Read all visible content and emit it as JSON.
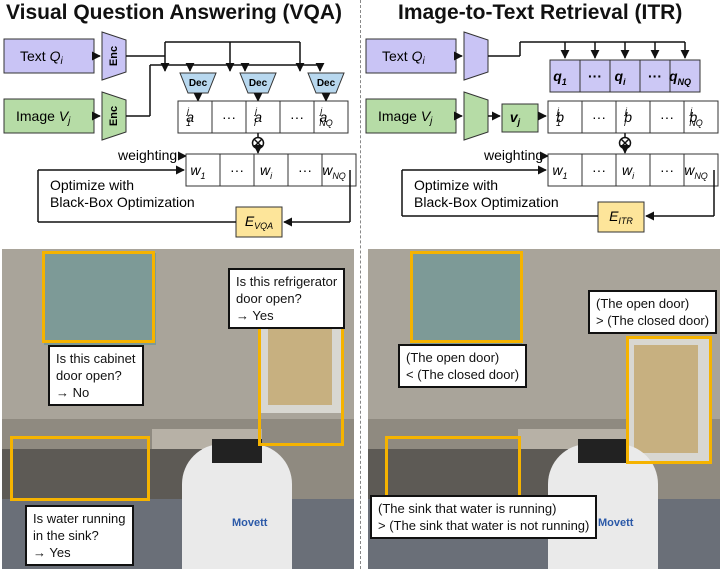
{
  "vqa": {
    "title": "Visual Question Answering (VQA)",
    "text_input": {
      "label": "Text",
      "symbol": "Q",
      "sub": "i"
    },
    "image_input": {
      "label": "Image",
      "symbol": "V",
      "sub": "j"
    },
    "encoder": "Enc",
    "decoder": "Dec",
    "answers": [
      {
        "sym": "a",
        "sup": "j",
        "sub": "1"
      },
      {
        "sym": "···"
      },
      {
        "sym": "a",
        "sup": "j",
        "sub": "i"
      },
      {
        "sym": "···"
      },
      {
        "sym": "a",
        "sup": "j",
        "sub": "NQ"
      }
    ],
    "weighting_label": "weighting",
    "weights": [
      {
        "sym": "w",
        "sub": "1"
      },
      {
        "sym": "···"
      },
      {
        "sym": "w",
        "sub": "i"
      },
      {
        "sym": "···"
      },
      {
        "sym": "w",
        "sub": "NQ"
      }
    ],
    "optimize_line1": "Optimize with",
    "optimize_line2": "Black-Box Optimization",
    "error": {
      "sym": "E",
      "sub": "VQA"
    },
    "bubbles": {
      "cabinet": [
        "Is this cabinet",
        "door open?",
        "→ No"
      ],
      "fridge": [
        "Is this refrigerator",
        "door open?",
        "→ Yes"
      ],
      "sink": [
        "Is water running",
        "in the sink?",
        "→ Yes"
      ]
    }
  },
  "itr": {
    "title": "Image-to-Text Retrieval (ITR)",
    "text_input": {
      "label": "Text",
      "symbol": "Q",
      "sub": "i"
    },
    "image_input": {
      "label": "Image",
      "symbol": "V",
      "sub": "j"
    },
    "image_feature": {
      "sym": "v",
      "sub": "j"
    },
    "queries": [
      {
        "sym": "q",
        "sub": "1"
      },
      {
        "sym": "···"
      },
      {
        "sym": "q",
        "sub": "i"
      },
      {
        "sym": "···"
      },
      {
        "sym": "q",
        "sub": "NQ"
      }
    ],
    "scores": [
      {
        "sym": "b",
        "sup": "j",
        "sub": "1"
      },
      {
        "sym": "···"
      },
      {
        "sym": "b",
        "sup": "j",
        "sub": "i"
      },
      {
        "sym": "···"
      },
      {
        "sym": "b",
        "sup": "j",
        "sub": "NQ"
      }
    ],
    "weighting_label": "weighting",
    "weights": [
      {
        "sym": "w",
        "sub": "1"
      },
      {
        "sym": "···"
      },
      {
        "sym": "w",
        "sub": "i"
      },
      {
        "sym": "···"
      },
      {
        "sym": "w",
        "sub": "NQ"
      }
    ],
    "optimize_line1": "Optimize with",
    "optimize_line2": "Black-Box Optimization",
    "error": {
      "sym": "E",
      "sub": "ITR"
    },
    "bubbles": {
      "cabinet": [
        "(The open door)",
        "< (The closed door)"
      ],
      "fridge": [
        "(The open door)",
        "> (The closed door)"
      ],
      "sink": [
        "(The sink that water is running)",
        "> (The sink that water is not running)"
      ]
    }
  },
  "robot_label": "Movett",
  "colors": {
    "text_box": "#c9c4f5",
    "image_box": "#b6dca6",
    "decoder": "#b8d8ef",
    "error_box": "#fde59a",
    "query_cell": "#ccc8f5",
    "highlight": "#f5b300"
  }
}
